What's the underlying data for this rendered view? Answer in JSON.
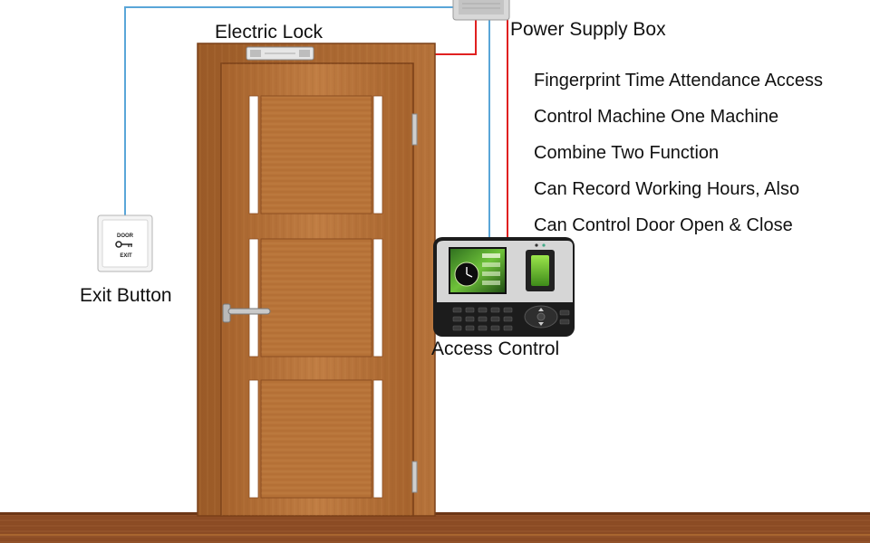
{
  "labels": {
    "electric_lock": "Electric Lock",
    "power_supply_box": "Power Supply Box",
    "exit_button": "Exit Button",
    "access_control": "Access Control"
  },
  "exit_button_face": {
    "top": "DOOR",
    "bottom": "EXIT"
  },
  "description": [
    "Fingerprint Time Attendance Access",
    "Control Machine One Machine",
    "Combine Two Function",
    "Can Record Working Hours, Also",
    "Can Control Door Open & Close"
  ],
  "colors": {
    "wire_signal": "#5aa6d8",
    "wire_power": "#e02020",
    "door_wood": "#b8743c",
    "floor": "#8a4a24",
    "device_body": "#1c1c1c"
  }
}
